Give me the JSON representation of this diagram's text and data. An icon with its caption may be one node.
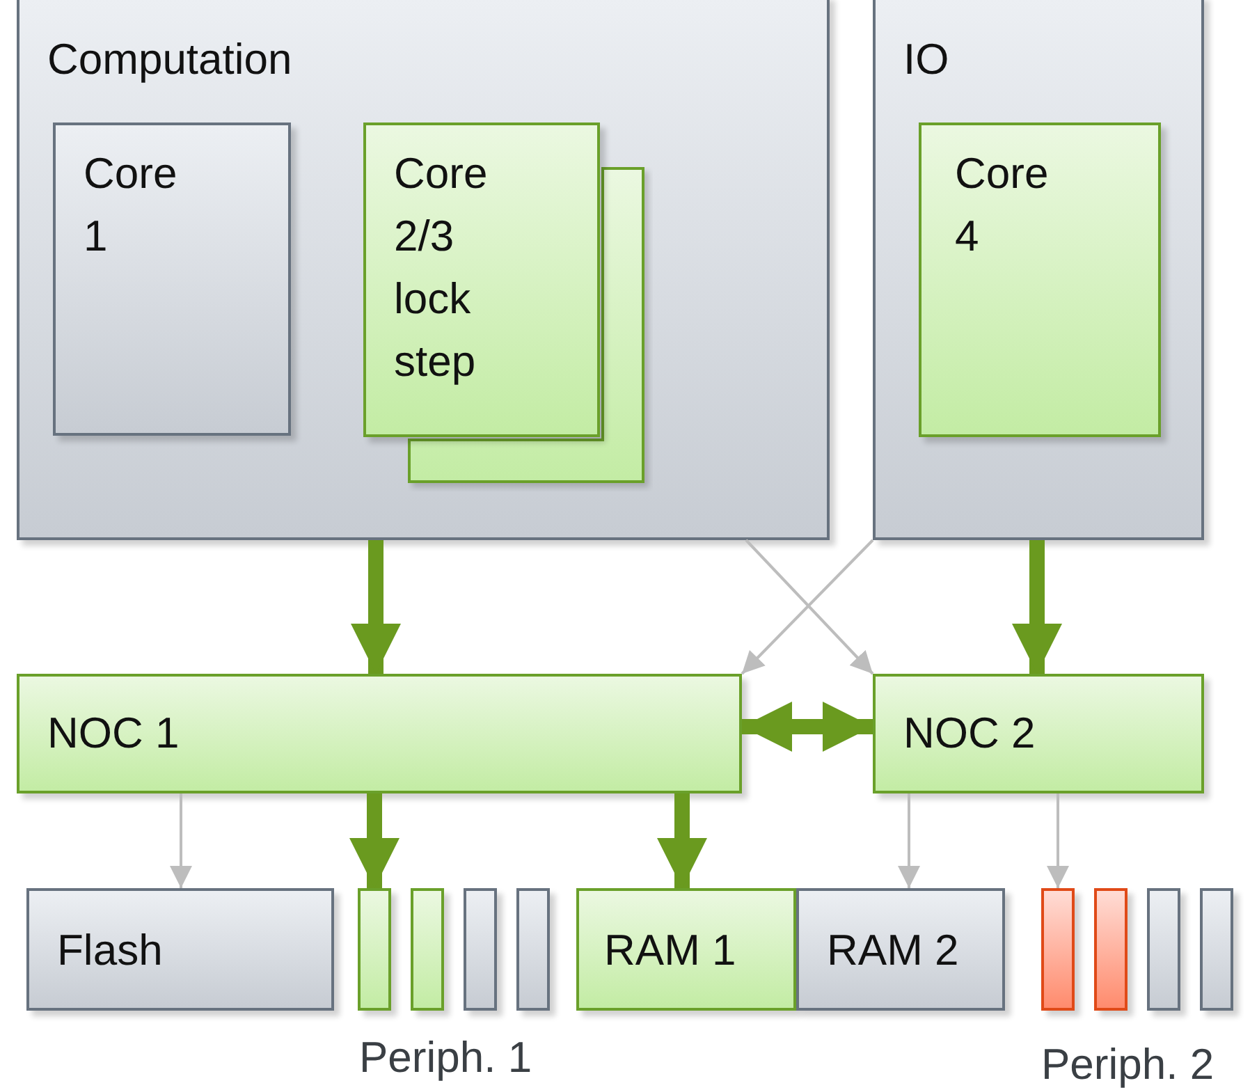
{
  "diagram": {
    "nodes": [
      {
        "text": [
          "Computation"
        ]
      },
      {
        "text": [
          "Core 1"
        ],
        "in": 0
      },
      {
        "text": [],
        "shape": "box",
        "in": 0
      },
      {
        "text": [
          "Core 2/3 lock step"
        ],
        "in": 0
      },
      {
        "text": [
          "IO"
        ]
      },
      {
        "text": [
          "Core 4"
        ],
        "in": 4
      },
      {
        "text": [
          "NOC 1"
        ]
      },
      {
        "text": [
          "NOC 2"
        ]
      },
      {
        "text": [
          "Flash"
        ]
      },
      {
        "text": [],
        "shape": "box"
      },
      {
        "text": [],
        "shape": "box"
      },
      {
        "text": [],
        "shape": "box"
      },
      {
        "text": [],
        "shape": "box"
      },
      {
        "text": [
          "RAM 1"
        ]
      },
      {
        "text": [
          "RAM 2"
        ]
      },
      {
        "text": [],
        "shape": "box"
      },
      {
        "text": [],
        "shape": "box"
      },
      {
        "text": [],
        "shape": "box"
      },
      {
        "text": [],
        "shape": "box"
      }
    ],
    "edges": [
      {
        "from": 0,
        "to": 6,
        "arrow": "to",
        "style": "thick",
        "color": "#6a9a1f"
      },
      {
        "from": 4,
        "to": 7,
        "arrow": "to",
        "style": "thick",
        "color": "#6a9a1f"
      },
      {
        "from": 0,
        "to": 7,
        "arrow": "to",
        "color": "#bdbdbd"
      },
      {
        "from": 4,
        "to": 6,
        "arrow": "to",
        "color": "#bdbdbd"
      },
      {
        "from": 6,
        "to": 7,
        "arrow": "both",
        "style": "thick",
        "color": "#6a9a1f"
      },
      {
        "from": 6,
        "to": 8,
        "arrow": "to",
        "color": "#bdbdbd"
      },
      {
        "from": 6,
        "to": 9,
        "arrow": "to",
        "style": "thick",
        "color": "#6a9a1f"
      },
      {
        "from": 6,
        "to": 13,
        "arrow": "to",
        "style": "thick",
        "color": "#6a9a1f"
      },
      {
        "from": 7,
        "to": 14,
        "arrow": "to",
        "color": "#bdbdbd"
      },
      {
        "from": 7,
        "to": 15,
        "arrow": "to",
        "color": "#bdbdbd"
      }
    ],
    "labels": [
      "Periph. 1",
      "Periph. 2"
    ]
  }
}
